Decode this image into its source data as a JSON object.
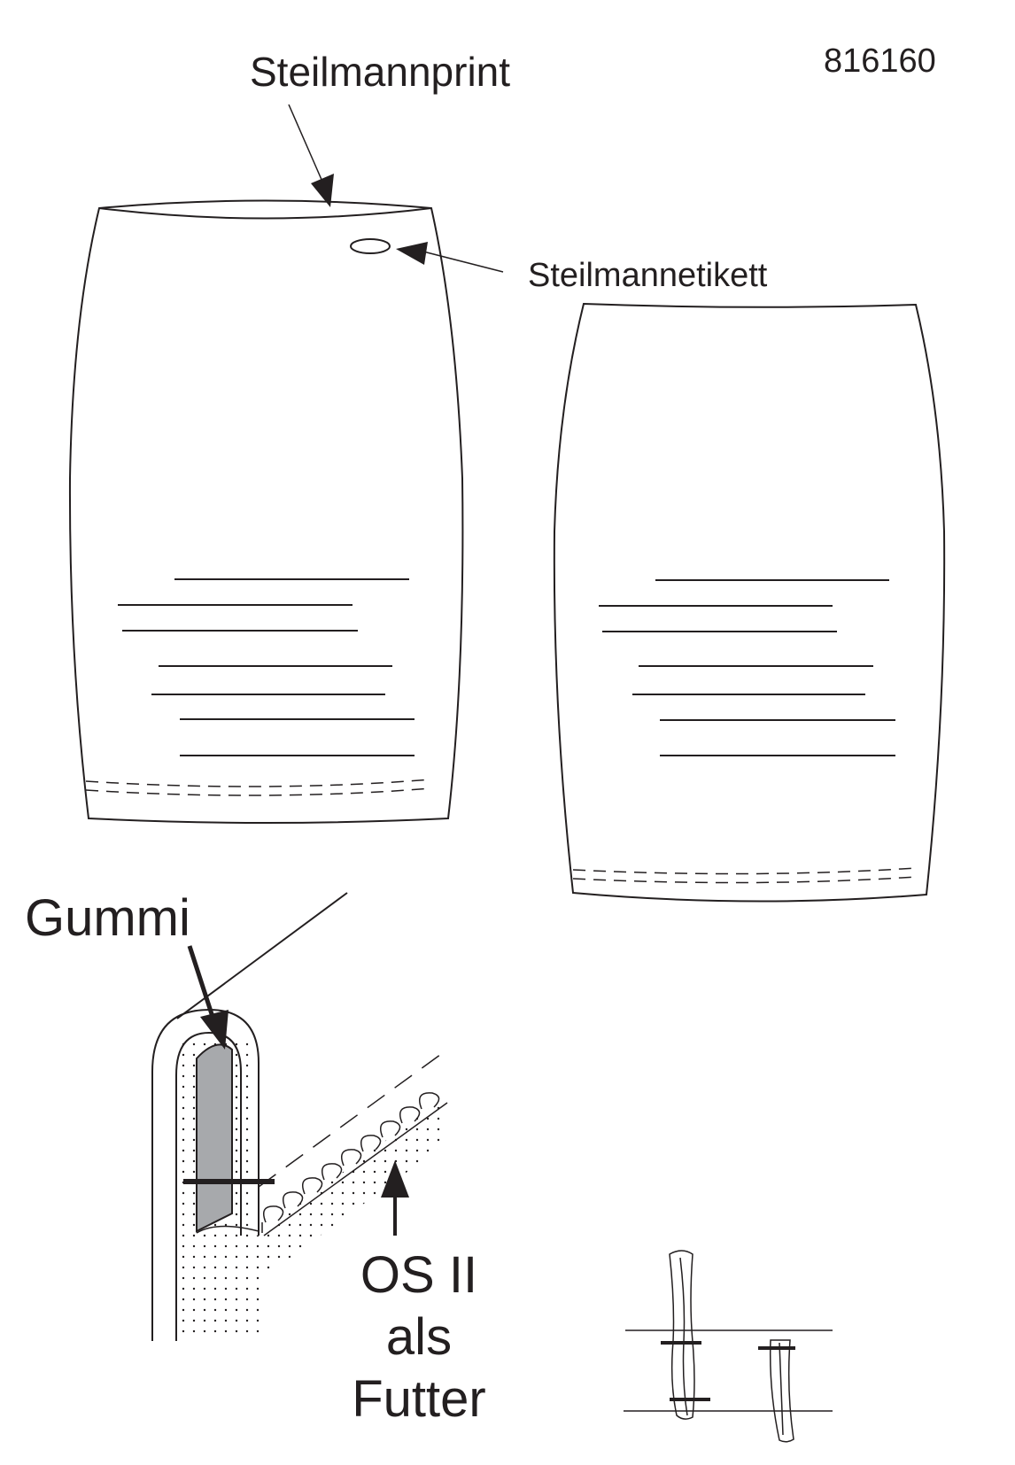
{
  "header": {
    "style_number": "816160"
  },
  "labels": {
    "waistband_print": "Steilmannprint",
    "care_label": "Steilmannetikett",
    "elastic": "Gummi",
    "lining_lines": [
      "OS II",
      "als",
      "Futter"
    ]
  },
  "colors": {
    "line": "#231f20",
    "elastic_fill": "#a7a9ac",
    "background": "#ffffff"
  }
}
